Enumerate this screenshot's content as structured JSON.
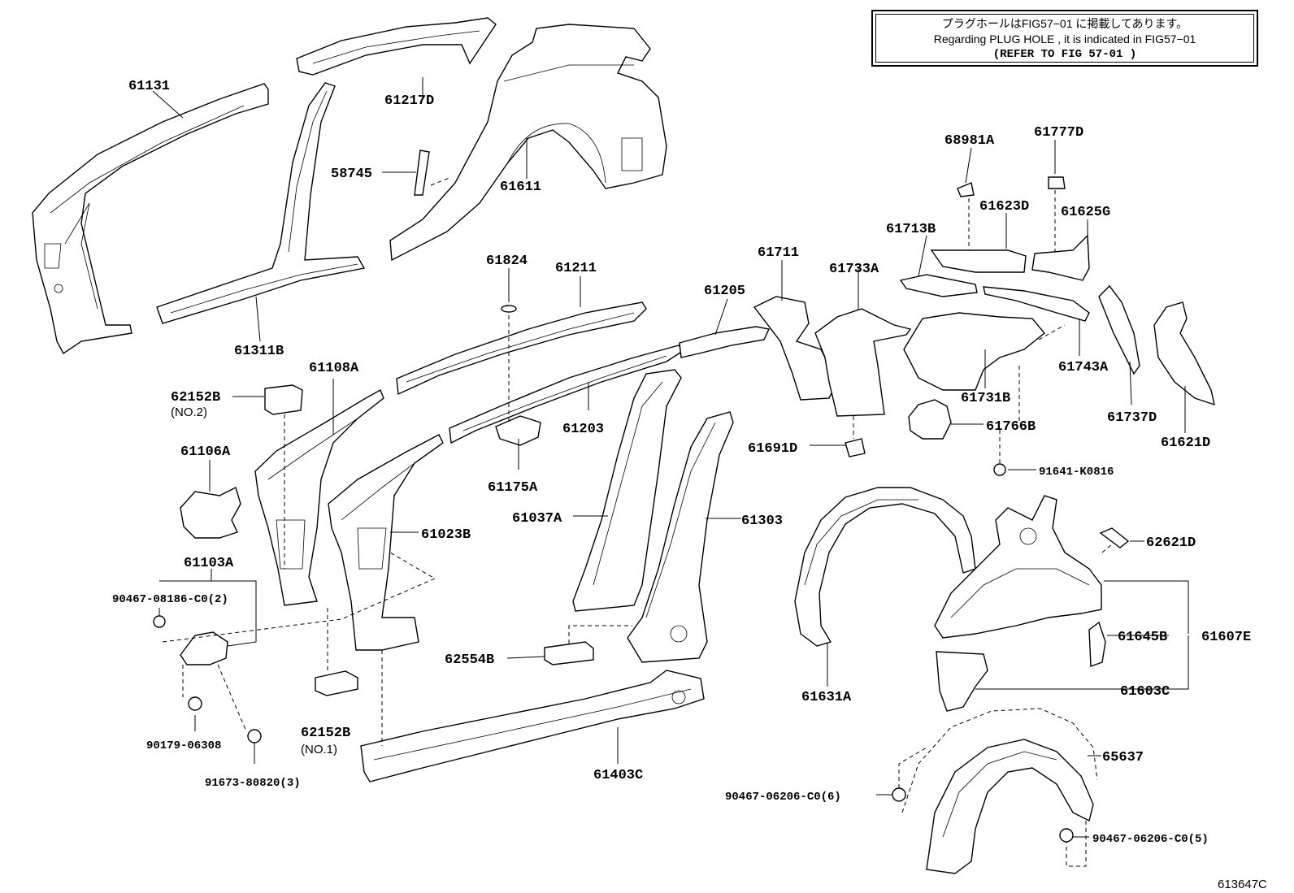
{
  "notice": {
    "line1": "プラグホールはFIG57−01 に掲載してあります。",
    "line2": "Regarding  PLUG HOLE , it is indicated in FIG57−01",
    "line3": "(REFER TO FIG 57-01 )"
  },
  "figure_code": "613647C",
  "parts": {
    "p61131": "61131",
    "p61217D": "61217D",
    "p58745": "58745",
    "p61611": "61611",
    "p61311B": "61311B",
    "p61824": "61824",
    "p61211": "61211",
    "p61205": "61205",
    "p61711": "61711",
    "p61733A": "61733A",
    "p68981A": "68981A",
    "p61777D": "61777D",
    "p61623D": "61623D",
    "p61625G": "61625G",
    "p61713B": "61713B",
    "p61743A": "61743A",
    "p61731B": "61731B",
    "p61737D": "61737D",
    "p61621D": "61621D",
    "p61766B": "61766B",
    "p91641K0816": "91641-K0816",
    "p61691D": "61691D",
    "p62152B2": "62152B",
    "p62152B2note": "(NO.2)",
    "p61108A": "61108A",
    "p61203": "61203",
    "p61175A": "61175A",
    "p61106A": "61106A",
    "p61037A": "61037A",
    "p61303": "61303",
    "p61023B": "61023B",
    "p61103A": "61103A",
    "p9046708186": "90467-08186-C0(2)",
    "p62621D": "62621D",
    "p61645B": "61645B",
    "p61607E": "61607E",
    "p61603C": "61603C",
    "p61631A": "61631A",
    "p62554B": "62554B",
    "p62152B1": "62152B",
    "p62152B1note": "(NO.1)",
    "p90179": "90179-06308",
    "p91673": "91673-80820(3)",
    "p61403C": "61403C",
    "p65637": "65637",
    "p904676": "90467-06206-C0(6)",
    "p904675": "90467-06206-C0(5)"
  }
}
